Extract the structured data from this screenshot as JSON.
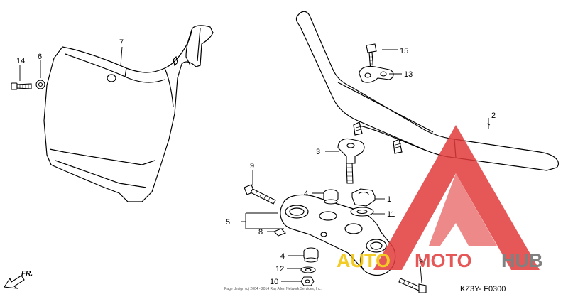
{
  "diagram": {
    "labels": {
      "l1": "1",
      "l2": "2",
      "l3": "3",
      "l4a": "4",
      "l4b": "4",
      "l5": "5",
      "l6": "6",
      "l7": "7",
      "l8": "8",
      "l9a": "9",
      "l9b": "9",
      "l10": "10",
      "l11": "11",
      "l12": "12",
      "l13": "13",
      "l14": "14",
      "l15": "15"
    },
    "direction_label": "FR.",
    "diagram_code": "KZ3Y- F0300",
    "copyright": "Page design (c) 2004 - 2014 Ray Allen Network Services, Inc."
  },
  "watermark": {
    "part1": "AUTO",
    "part2": "MOTO",
    "part3": "HUB",
    "colors": {
      "red": "#e23b3b",
      "yellow": "#f2c200",
      "gray": "#6b6b6b"
    }
  }
}
